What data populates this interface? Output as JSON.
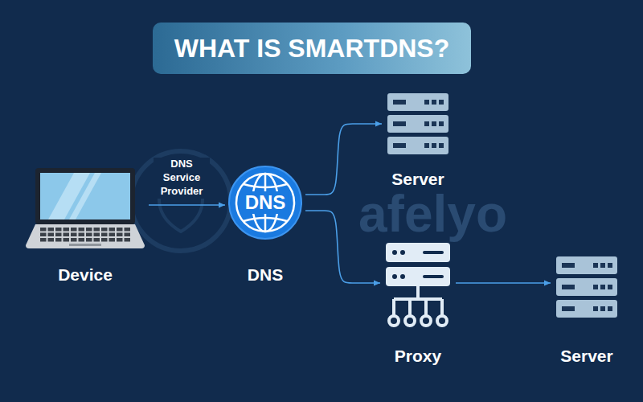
{
  "diagram": {
    "title": "WHAT IS SMARTDNS?",
    "nodes": [
      {
        "text": [
          "Device"
        ]
      },
      {
        "text": [
          "DNS",
          "DNS"
        ]
      },
      {
        "text": [
          "Server"
        ]
      },
      {
        "text": [
          "Proxy"
        ]
      },
      {
        "text": [
          "Server"
        ]
      }
    ],
    "edges": [
      {
        "from": 0,
        "to": 1,
        "label": "DNS Service Provider",
        "arrow": "to"
      },
      {
        "from": 1,
        "to": 2,
        "arrow": "to"
      },
      {
        "from": 1,
        "to": 3,
        "arrow": "to"
      },
      {
        "from": 3,
        "to": 4,
        "arrow": "to"
      }
    ],
    "labels": [
      "afelyo"
    ]
  }
}
